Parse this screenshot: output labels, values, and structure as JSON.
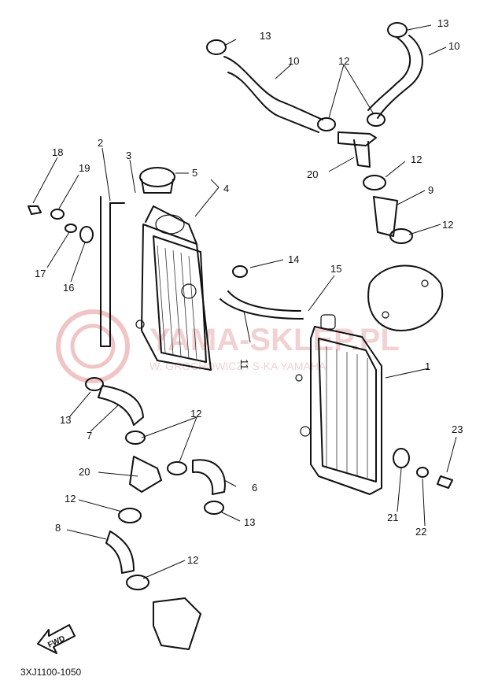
{
  "diagram_code": "3XJ1100-1050",
  "fwd_label": "FWD",
  "watermark": {
    "title": "YAMA-SKLEP.PL",
    "subtitle": "W. GROCHOWICZ I S-KA  YAMAHA"
  },
  "callouts": {
    "c1": "1",
    "c2": "2",
    "c3": "3",
    "c4": "4",
    "c5": "5",
    "c6": "6",
    "c7": "7",
    "c8": "8",
    "c9": "9",
    "c10a": "10",
    "c10b": "10",
    "c11": "11",
    "c12a": "12",
    "c12b": "12",
    "c12c": "12",
    "c12d": "12",
    "c12e": "12",
    "c12f": "12",
    "c13a": "13",
    "c13b": "13",
    "c13c": "13",
    "c13d": "13",
    "c14": "14",
    "c15": "15",
    "c16": "16",
    "c17": "17",
    "c18": "18",
    "c19": "19",
    "c20a": "20",
    "c20b": "20",
    "c21": "21",
    "c22": "22",
    "c23": "23"
  }
}
